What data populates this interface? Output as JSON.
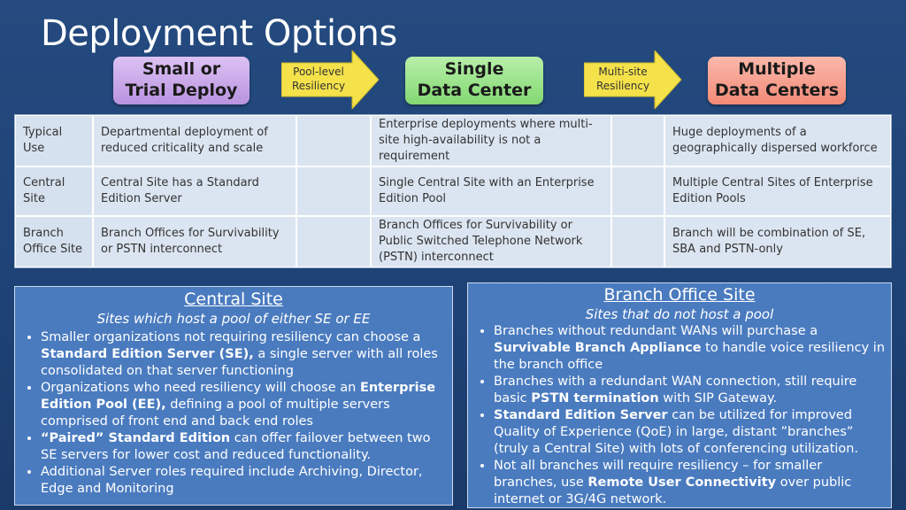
{
  "slide": {
    "title": "Deployment Options"
  },
  "flow": {
    "small": {
      "line1": "Small or",
      "line2": "Trial Deploy",
      "color": "#c9a6e8"
    },
    "arrow1": {
      "line1": "Pool-level",
      "line2": "Resiliency",
      "color": "#f7e64a"
    },
    "single": {
      "line1": "Single",
      "line2": "Data Center",
      "color": "#9be38b"
    },
    "arrow2": {
      "line1": "Multi-site",
      "line2": "Resiliency",
      "color": "#f7e64a"
    },
    "multiple": {
      "line1": "Multiple",
      "line2": "Data Centers",
      "color": "#f7a08f"
    }
  },
  "table": {
    "rows": [
      {
        "label": "Typical Use",
        "small": "Departmental deployment of reduced criticality and scale",
        "single": "Enterprise deployments where multi-site high-availability is not a requirement",
        "multiple": "Huge deployments of a geographically dispersed workforce"
      },
      {
        "label": "Central Site",
        "small": "Central Site has a Standard Edition Server",
        "single": "Single Central Site with an Enterprise Edition Pool",
        "multiple": "Multiple Central Sites of Enterprise Edition Pools"
      },
      {
        "label": "Branch Office Site",
        "small": "Branch Offices for Survivability or PSTN interconnect",
        "single": "Branch Offices for Survivability or Public Switched Telephone Network (PSTN) interconnect",
        "multiple": "Branch will be combination of SE, SBA and PSTN-only"
      }
    ]
  },
  "central": {
    "title": "Central Site",
    "subtitle": "Sites which host a pool of either SE or EE",
    "b1": {
      "pre": "Smaller organizations not requiring resiliency can choose a ",
      "bold": "Standard Edition Server (SE),",
      "post": " a single server with all roles consolidated on that server functioning"
    },
    "b2": {
      "pre": "Organizations who need resiliency will choose an ",
      "bold": "Enterprise Edition Pool (EE),",
      "post": " defining a pool of multiple servers comprised of front end and back end roles"
    },
    "b3": {
      "pre": "",
      "bold": "“Paired” Standard Edition",
      "post": " can offer failover between two SE servers for lower cost and reduced functionality."
    },
    "b4": {
      "pre": "Additional Server roles required include Archiving, Director, Edge and Monitoring",
      "bold": "",
      "post": ""
    }
  },
  "branch": {
    "title": "Branch Office Site",
    "subtitle": "Sites that do not host a pool",
    "b1": {
      "pre": "Branches without redundant WANs will purchase a ",
      "bold": "Survivable Branch Appliance",
      "post": " to handle voice resiliency in the branch office"
    },
    "b2": {
      "pre": "Branches with a redundant WAN connection, still require basic ",
      "bold": "PSTN termination",
      "post": " with SIP Gateway."
    },
    "b3": {
      "pre": "",
      "bold": "Standard Edition Server",
      "post": " can be utilized for improved Quality of Experience (QoE) in large, distant ”branches” (truly a Central Site) with lots of conferencing utilization."
    },
    "b4": {
      "pre": "Not all branches will require resiliency – for smaller branches, use ",
      "bold": "Remote User Connectivity",
      "post": " over public internet or 3G/4G network."
    }
  }
}
